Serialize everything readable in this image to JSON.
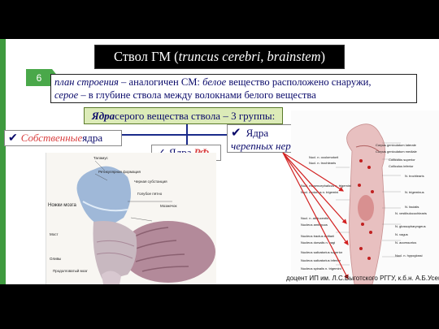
{
  "slide": {
    "number": "6",
    "title_plain": "Ствол ГМ (",
    "title_italic": "truncus cerebri, brainstem",
    "title_close": ")",
    "plan": {
      "line1_italic": "план строения",
      "line1_rest": " – аналогичен СМ: ",
      "white_italic": "белое",
      "line1_tail": " вещество расположено снаружи,",
      "gray_italic": "серое",
      "line2_rest": " – в глубине ствола между волокнами белого вещества"
    },
    "groups": {
      "bold": "Ядра",
      "rest": " серого вещества ствола – 3 группы:"
    },
    "own_nuclei": {
      "check": "✔",
      "italic": "Собственные",
      "plain": " ядра"
    },
    "rf_nuclei": {
      "check": "✓",
      "plain": "Ядра",
      "rf": "РФ"
    },
    "cranial_nuclei": {
      "check": "✔",
      "line1": "Ядра",
      "line2": "черепных нервов"
    },
    "footer": "доцент ИП им. Л.С.Выготского РГГУ, к.б.н. А.Б.Усенко"
  },
  "brain_figure": {
    "labels": {
      "tectum": "Таламус",
      "reticular": "Ретикулярная формация",
      "gray_sub": "Черная субстанция",
      "bl_spot": "Голубое пятно",
      "bridge": "Мост",
      "medulla": "Продолговатый мозг",
      "cerebellum": "Мозжечок",
      "legs": "Ножки мозга",
      "olive": "Оливы"
    }
  },
  "stem_figure": {
    "labels": [
      "Corpus geniculatum laterale",
      "Corpus geniculatum mediale",
      "Nucl. n. oculomotorii",
      "Nucl. n. trochlearis",
      "Colliculus superior",
      "Colliculus inferior",
      "N. trochlearis",
      "Nucl. mesencephalicus n. trigemini",
      "Nucl. motorius n. trigemini",
      "N. trigeminus",
      "N. facialis",
      "N. vestibulocochlearis",
      "Nucl. n. abducentis",
      "Nucleus ambiguus",
      "N. glossopharyngeus",
      "N. vagus",
      "N. accessorius",
      "Nucleus tractus solitarii",
      "Nucleus dorsalis n. vagi",
      "Nucl. n. hypoglossi",
      "Nucleus salivatorius superior",
      "Nucleus salivatorius inferior",
      "Nucleus spinalis n. trigemini"
    ]
  },
  "colors": {
    "accent_green": "#4aa84a",
    "box_green": "#dcebb8",
    "text_navy": "#0a0a6a",
    "highlight_red": "#d94040",
    "connector_blue": "#1a2a8a",
    "arrow_red": "#d22020"
  }
}
